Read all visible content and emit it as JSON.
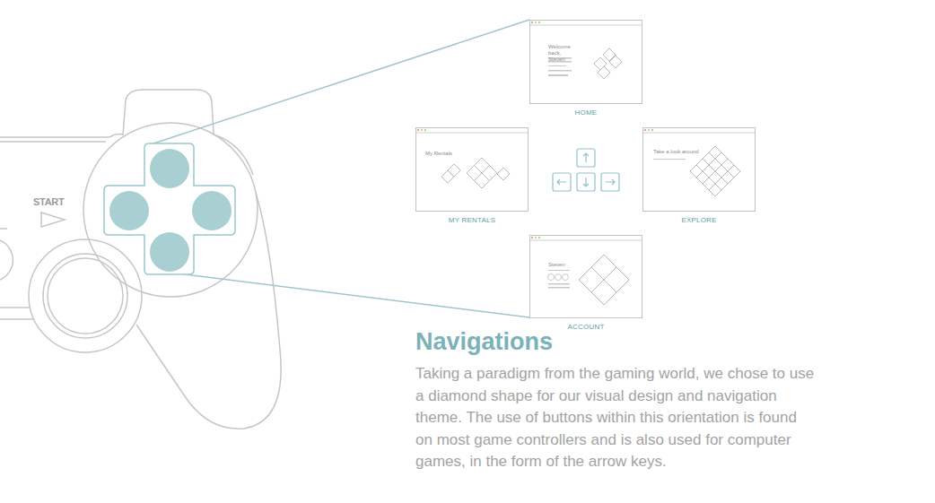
{
  "diagram": {
    "title": "Navigations",
    "caption": "Taking a paradigm from the gaming world, we chose to use a diamond shape for our visual design and navigation theme. The use of buttons within this orientation is found on most game controllers and is also used for computer games, in the form of the arrow keys.",
    "nodes": [
      {
        "text": [
          "Welcome back, Steven",
          "HOME"
        ]
      },
      {
        "text": [
          "My Rentals",
          "MY RENTALS"
        ]
      },
      {
        "text": [
          "Take a look around",
          "EXPLORE"
        ]
      },
      {
        "text": [
          "Steven",
          "ACCOUNT"
        ]
      }
    ],
    "labels": [
      "START"
    ]
  }
}
